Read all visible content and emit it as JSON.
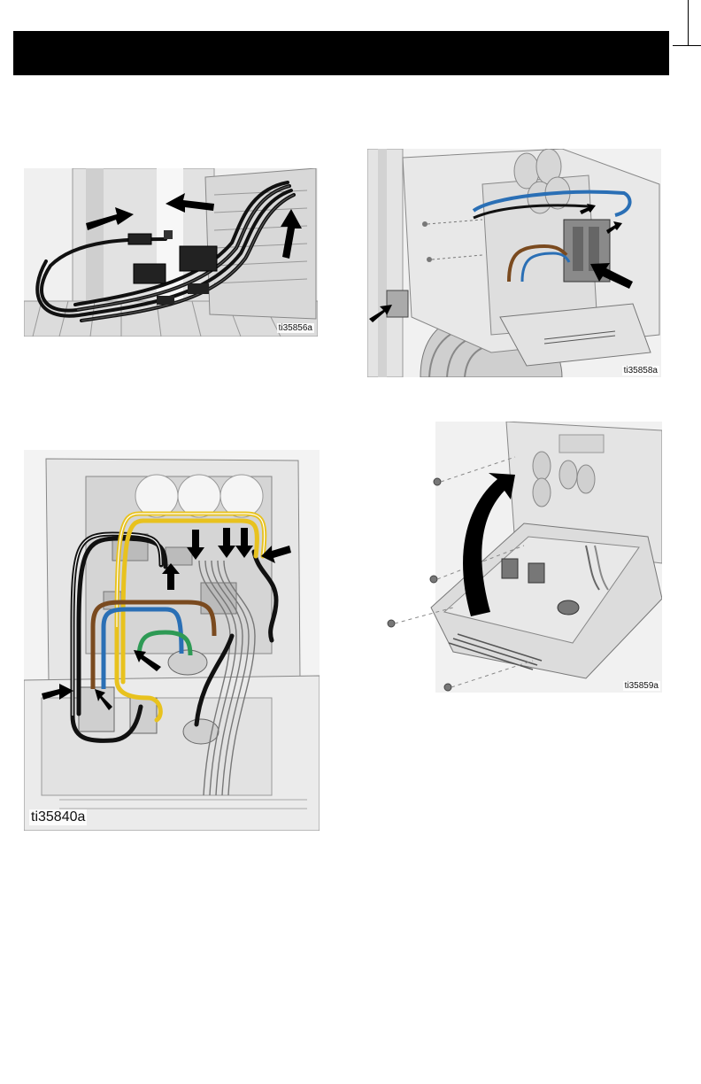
{
  "page": {
    "header_title": ""
  },
  "figures": [
    {
      "id": "fig1",
      "label": "ti35856a"
    },
    {
      "id": "fig2",
      "label": "ti35858a"
    },
    {
      "id": "fig3",
      "label": "ti35840a"
    },
    {
      "id": "fig4",
      "label": "ti35859a"
    }
  ],
  "colors": {
    "header": "#000000",
    "wire_yellow": "#e8c21e",
    "wire_blue": "#2a6fb5",
    "wire_brown": "#7a4a1f",
    "wire_green": "#2e9a55",
    "wire_black": "#111111",
    "arrow": "#000000"
  }
}
